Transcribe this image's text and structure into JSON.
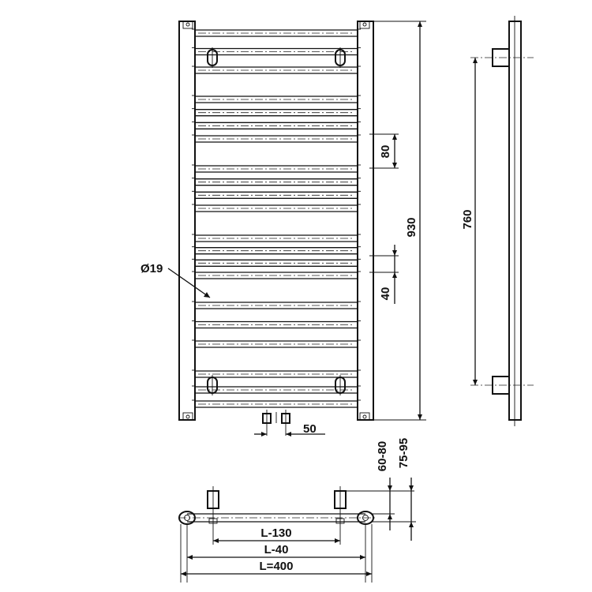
{
  "diagram": {
    "type": "technical-drawing",
    "subject": "towel radiator",
    "labels": {
      "pipe_diameter": "Ø19",
      "tube_spacing": "80",
      "tube_gap": "40",
      "total_height": "930",
      "mount_height": "760",
      "connection_spacing": "50",
      "wall_distance_min": "60-80",
      "wall_distance_max": "75-95",
      "width_l130": "L-130",
      "width_l40": "L-40",
      "width_total": "L=400"
    },
    "bar_groups": {
      "tubes_per_group": [
        3,
        4,
        4,
        4,
        3
      ],
      "group_spacing": "80",
      "group_gap": "40"
    }
  }
}
